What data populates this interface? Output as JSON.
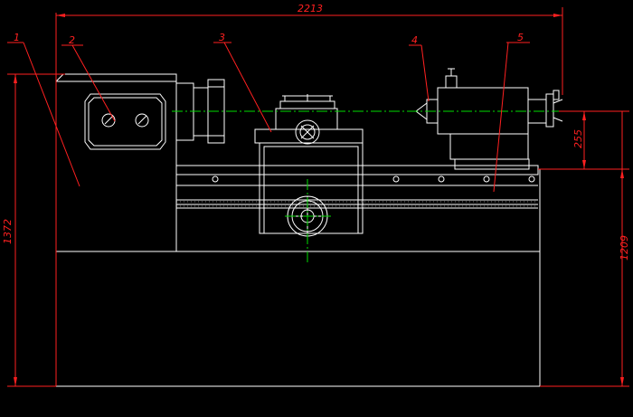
{
  "colors": {
    "background": "#000000",
    "outline": "#ffffff",
    "dimension": "#ff2020",
    "axis": "#00dd00"
  },
  "dimensions": {
    "overall_length": "2213",
    "overall_height": "1372",
    "bed_height": "1209",
    "center_height": "255"
  },
  "callouts": [
    {
      "number": "1"
    },
    {
      "number": "2"
    },
    {
      "number": "3"
    },
    {
      "number": "4"
    },
    {
      "number": "5"
    }
  ]
}
